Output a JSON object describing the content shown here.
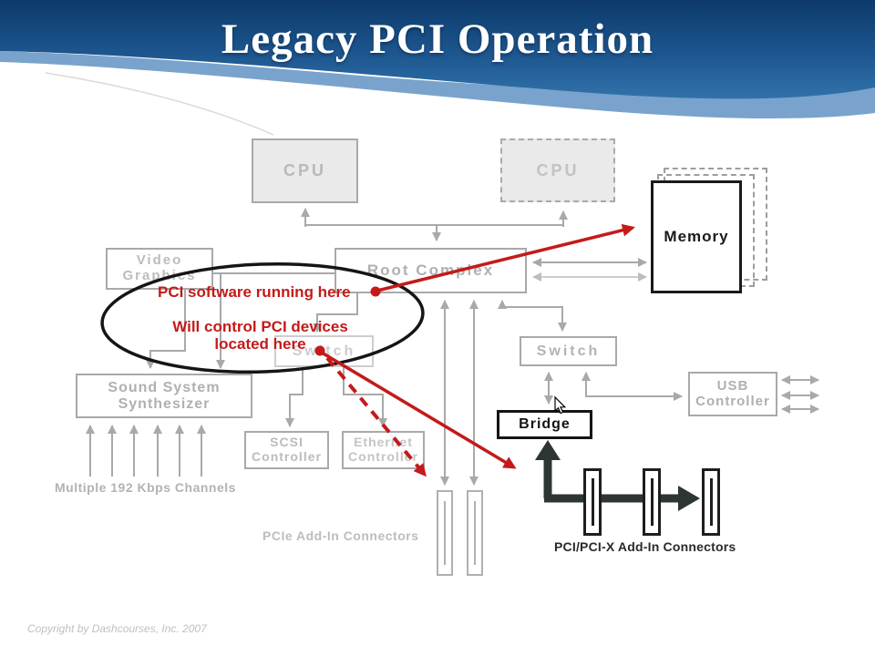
{
  "slide": {
    "title": "Legacy PCI Operation",
    "copyright": "Copyright by Dashcourses, Inc.  2007"
  },
  "diagram": {
    "boxes": {
      "cpu_left": {
        "label": "CPU"
      },
      "cpu_right": {
        "label": "CPU"
      },
      "memory": {
        "label": "Memory"
      },
      "video_graphics": {
        "line1": "Video",
        "line2": "Graphics"
      },
      "root_complex": {
        "label": "Root Complex"
      },
      "switch_upper": {
        "label": "Switch"
      },
      "switch_lower": {
        "label": "Switch"
      },
      "sound_system": {
        "line1": "Sound System",
        "line2": "Synthesizer"
      },
      "scsi": {
        "line1": "SCSI",
        "line2": "Controller"
      },
      "ethernet": {
        "line1": "Ethernet",
        "line2": "Controller"
      },
      "usb": {
        "line1": "USB",
        "line2": "Controller"
      },
      "bridge": {
        "label": "Bridge"
      }
    },
    "captions": {
      "channels": "Multiple 192 Kbps Channels",
      "pcie_connectors": "PCIe Add-In Connectors",
      "pci_connectors": "PCI/PCI-X Add-In Connectors"
    },
    "annotations": {
      "running_here": "PCI software running here",
      "control_line1": "Will control PCI devices",
      "control_line2": "located here"
    },
    "colors": {
      "annotation_red": "#c41a1a",
      "line_gray": "#a9a9a9",
      "banner_dark_blue": "#0d3a6b",
      "banner_light_blue": "#79a3cc",
      "thick_arrow_dark": "#2e3634"
    }
  }
}
